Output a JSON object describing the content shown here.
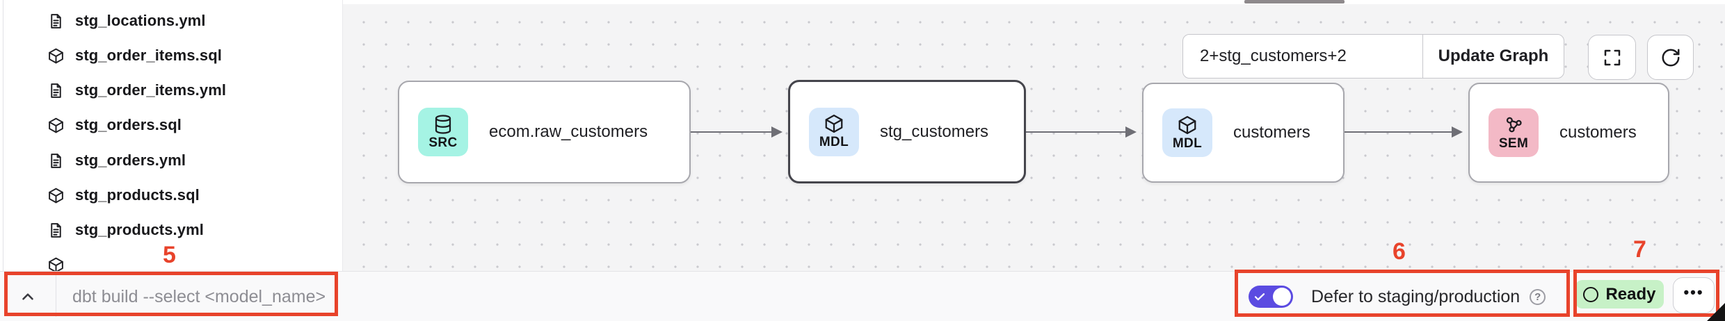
{
  "sidebar": {
    "files": [
      {
        "name": "stg_locations.yml",
        "icon": "yml-file-icon"
      },
      {
        "name": "stg_order_items.sql",
        "icon": "sql-model-icon"
      },
      {
        "name": "stg_order_items.yml",
        "icon": "yml-file-icon"
      },
      {
        "name": "stg_orders.sql",
        "icon": "sql-model-icon"
      },
      {
        "name": "stg_orders.yml",
        "icon": "yml-file-icon"
      },
      {
        "name": "stg_products.sql",
        "icon": "sql-model-icon"
      },
      {
        "name": "stg_products.yml",
        "icon": "yml-file-icon"
      },
      {
        "name": "",
        "icon": "sql-model-icon"
      }
    ]
  },
  "canvas": {
    "selector": {
      "value": "2+stg_customers+2"
    },
    "update_graph_label": "Update Graph",
    "nodes": [
      {
        "type": "SRC",
        "title": "ecom.raw_customers",
        "badge_color": "#a5f3e4",
        "selected": false
      },
      {
        "type": "MDL",
        "title": "stg_customers",
        "badge_color": "#d6e8fb",
        "selected": true
      },
      {
        "type": "MDL",
        "title": "customers",
        "badge_color": "#d6e8fb",
        "selected": false
      },
      {
        "type": "SEM",
        "title": "customers",
        "badge_color": "#f3b9c6",
        "selected": false
      }
    ]
  },
  "bottom_bar": {
    "command_placeholder": "dbt build --select <model_name>",
    "defer_toggle": {
      "label": "Defer to staging/production",
      "state": "on",
      "color": "#5b4be1"
    },
    "status": {
      "label": "Ready",
      "color": "#c7f1c7"
    },
    "more_label": "•••"
  },
  "annotations": {
    "color": "#e8432b",
    "n5": "5",
    "n6": "6",
    "n7": "7"
  }
}
